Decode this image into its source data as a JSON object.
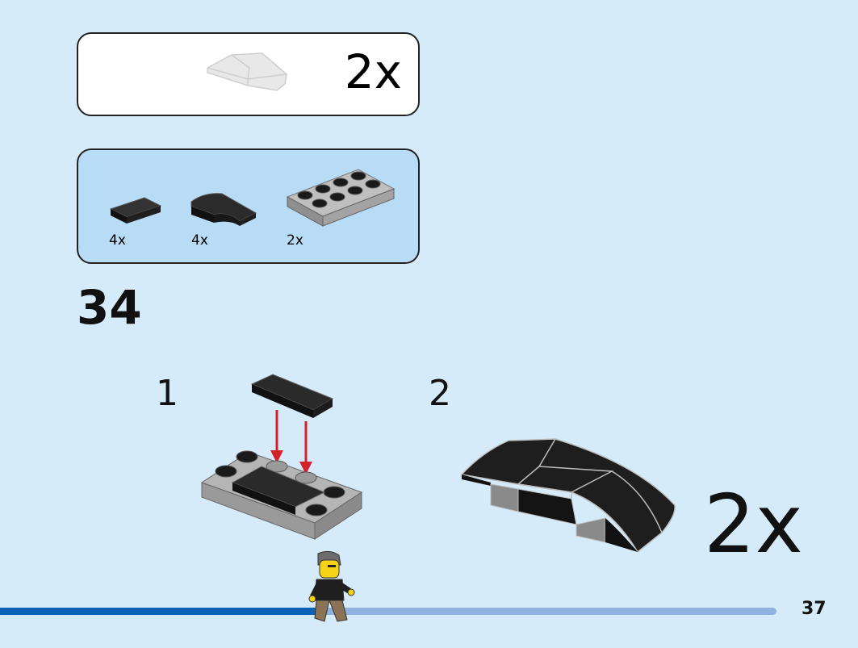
{
  "submodel": {
    "quantity": "2x"
  },
  "parts": [
    {
      "name": "tile-1x2-black",
      "quantity": "4x"
    },
    {
      "name": "curved-slope-black",
      "quantity": "4x"
    },
    {
      "name": "plate-2x4-gray",
      "quantity": "2x"
    }
  ],
  "step": {
    "number": "34",
    "sub_steps": [
      "1",
      "2"
    ],
    "multiplier": "2x"
  },
  "page": {
    "number": "37",
    "progress": 0.37
  },
  "colors": {
    "background": "#d5ebfa",
    "parts_box": "#b9dcf6",
    "brick_black": "#1a1a1a",
    "brick_gray": "#a9a9a9",
    "arrow": "#d2232a",
    "progress_done": "#0b63b6",
    "progress_todo": "#8fb3de"
  }
}
